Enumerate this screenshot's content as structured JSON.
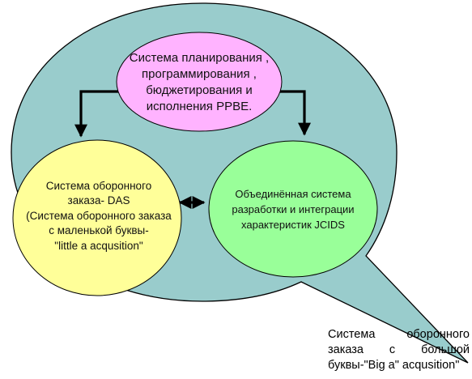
{
  "colors": {
    "bubble_fill": "#99cccc",
    "ppbe_fill": "#ffb3ff",
    "das_fill": "#ffff99",
    "jcids_fill": "#99ff99",
    "outline": "#000000",
    "connector": "#000000"
  },
  "nodes": {
    "ppbe": {
      "lines": [
        "Система планирования ,",
        "программирования ,",
        "бюджетирования и",
        "исполнения PPBE."
      ]
    },
    "das": {
      "lines": [
        "Система оборонного",
        "заказа- DAS",
        "(Система оборонного заказа",
        "с маленькой буквы-",
        "\"little a acqusition\""
      ]
    },
    "jcids": {
      "lines": [
        "Объединённая система",
        "разработки и интеграции",
        "характеристик JCIDS"
      ]
    }
  },
  "caption": {
    "lines": [
      "Система оборонного",
      "заказа с большой",
      "буквы-\"Big a\" acqusition\""
    ]
  },
  "edges": [
    {
      "from": "ppbe",
      "to": "das",
      "type": "arrow"
    },
    {
      "from": "ppbe",
      "to": "jcids",
      "type": "arrow"
    },
    {
      "from": "das",
      "to": "jcids",
      "type": "double-arrow"
    }
  ]
}
